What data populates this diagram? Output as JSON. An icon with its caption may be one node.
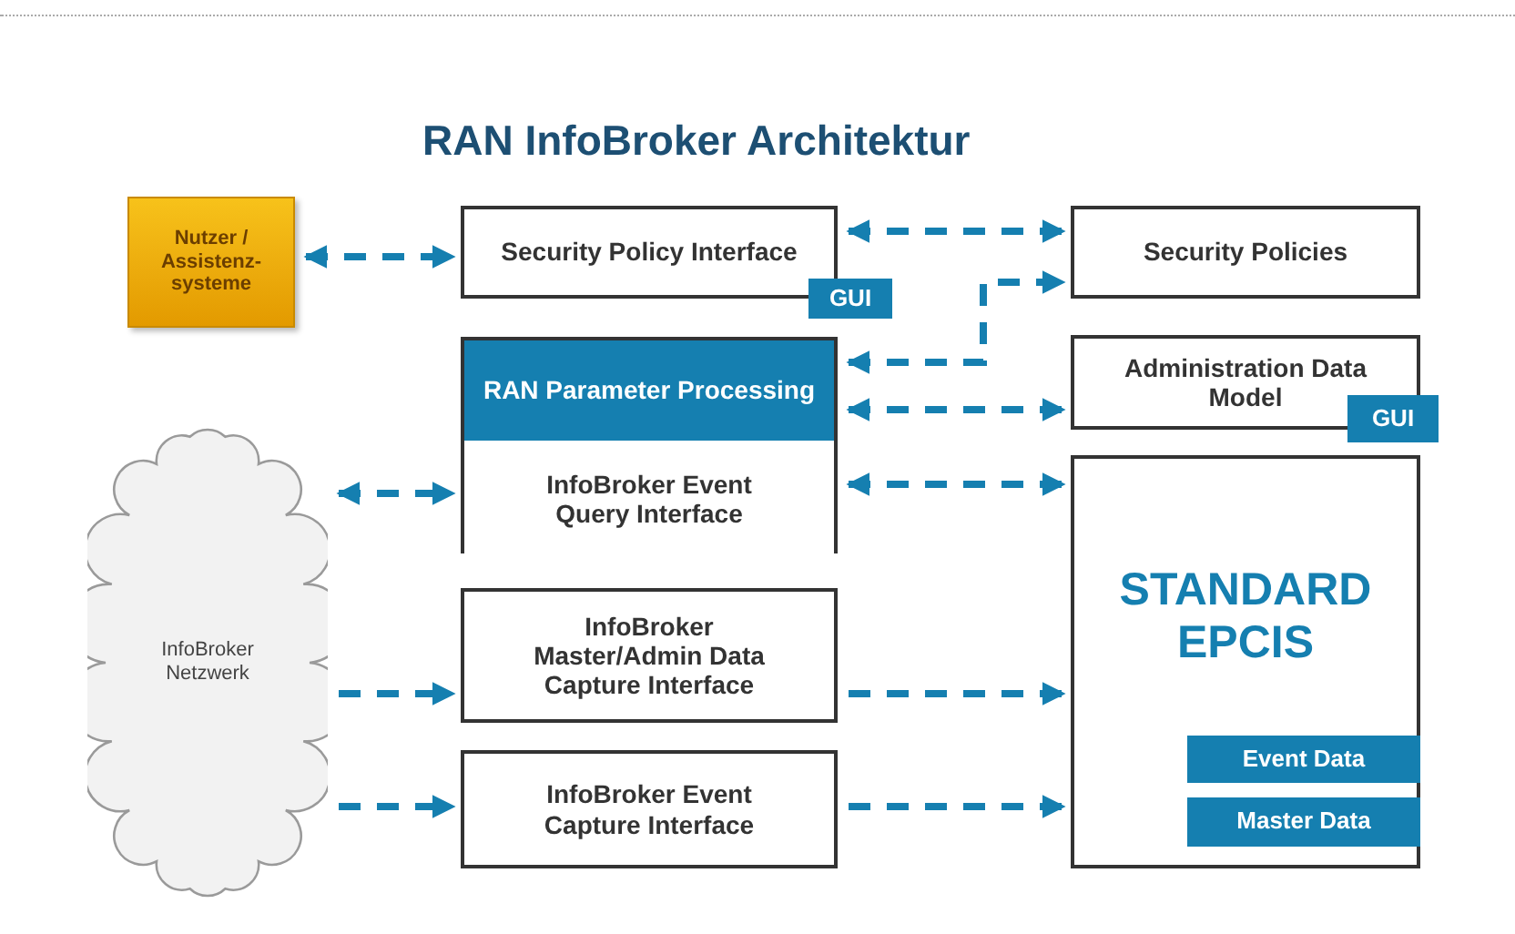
{
  "diagram": {
    "title": "RAN InfoBroker Architektur",
    "nodes": [
      {
        "text": [
          "Nutzer / Assistenz- systeme"
        ]
      },
      {
        "text": [
          "Security Policy Interface"
        ]
      },
      {
        "text": [
          "GUI"
        ]
      },
      {
        "text": [
          "Security Policies"
        ]
      },
      {
        "text": [],
        "shape": "box"
      },
      {
        "text": [
          "RAN Parameter Processing"
        ],
        "in": 4
      },
      {
        "text": [
          "InfoBroker Event Query Interface"
        ],
        "in": 4
      },
      {
        "text": [
          "Administration Data Model"
        ]
      },
      {
        "text": [
          "GUI"
        ]
      },
      {
        "text": [
          "InfoBroker Netzwerk"
        ]
      },
      {
        "text": [
          "InfoBroker Master/Admin Data Capture Interface"
        ]
      },
      {
        "text": [
          "InfoBroker Event Capture Interface"
        ]
      },
      {
        "text": [
          "STANDARD EPCIS"
        ]
      },
      {
        "text": [
          "Event Data"
        ],
        "in": 12
      },
      {
        "text": [
          "Master Data"
        ],
        "in": 12
      }
    ],
    "edges": [
      {
        "from": 0,
        "to": 1,
        "arrow": "both",
        "style": "dashed"
      },
      {
        "from": 1,
        "to": 3,
        "arrow": "both",
        "style": "dashed"
      },
      {
        "from": 5,
        "to": 3,
        "arrow": "both",
        "style": "dashed"
      },
      {
        "from": 5,
        "to": 7,
        "arrow": "both",
        "style": "dashed"
      },
      {
        "from": 9,
        "to": 6,
        "arrow": "both",
        "style": "dashed"
      },
      {
        "from": 6,
        "to": 12,
        "arrow": "both",
        "style": "dashed"
      },
      {
        "from": 9,
        "to": 10,
        "arrow": "to",
        "style": "dashed"
      },
      {
        "from": 10,
        "to": 12,
        "arrow": "to",
        "style": "dashed"
      },
      {
        "from": 9,
        "to": 11,
        "arrow": "to",
        "style": "dashed"
      },
      {
        "from": 11,
        "to": 12,
        "arrow": "to",
        "style": "dashed"
      }
    ]
  }
}
